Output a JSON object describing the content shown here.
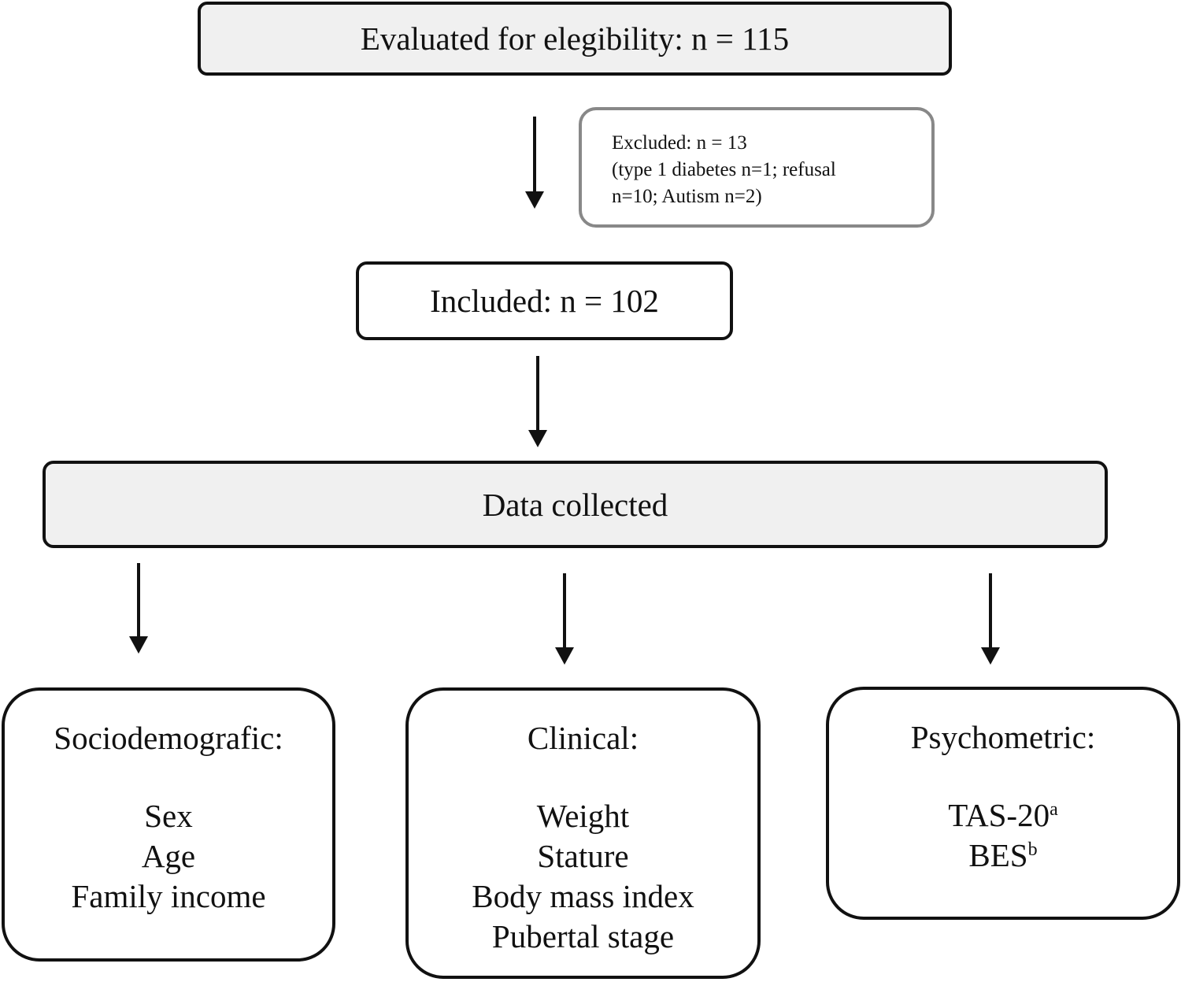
{
  "eligibility": {
    "label": "Evaluated for elegibility: n = 115"
  },
  "excluded": {
    "line1": "Excluded: n = 13",
    "line2": "(type 1 diabetes n=1; refusal",
    "line3": "n=10; Autism n=2)"
  },
  "included": {
    "label": "Included: n = 102"
  },
  "data_collected": {
    "label": "Data collected"
  },
  "sociodemographic": {
    "heading": "Sociodemografic:",
    "items": [
      "Sex",
      "Age",
      "Family income"
    ]
  },
  "clinical": {
    "heading": "Clinical:",
    "items": [
      "Weight",
      "Stature",
      "Body mass index",
      "Pubertal stage"
    ]
  },
  "psychometric": {
    "heading": "Psychometric:",
    "items": [
      {
        "text": "TAS-20",
        "sup": "a"
      },
      {
        "text": "BES",
        "sup": "b"
      }
    ]
  }
}
